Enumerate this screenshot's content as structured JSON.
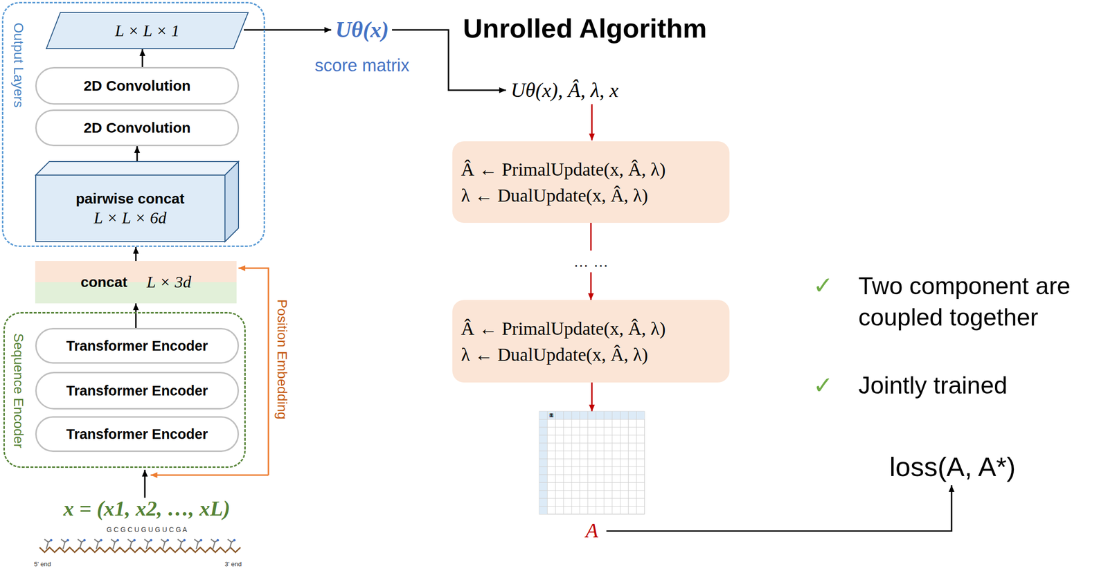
{
  "diagram": {
    "title": "Unrolled Algorithm",
    "nodes": [
      {
        "text": [
          "Output Layers"
        ]
      },
      {
        "text": [
          "L × L × 1"
        ],
        "in": 0
      },
      {
        "text": [
          "2D Convolution"
        ],
        "in": 0
      },
      {
        "text": [
          "2D Convolution"
        ],
        "in": 0
      },
      {
        "text": [
          "pairwise concat",
          "L × L × 6d"
        ],
        "in": 0
      },
      {
        "text": [
          "concat",
          "L × 3d"
        ]
      },
      {
        "text": [
          "Sequence Encoder"
        ]
      },
      {
        "text": [
          "Transformer Encoder"
        ],
        "in": 6
      },
      {
        "text": [
          "Transformer Encoder"
        ],
        "in": 6
      },
      {
        "text": [
          "Transformer Encoder"
        ],
        "in": 6
      },
      {
        "text": [
          "Â ← PrimalUpdate(x, Â, λ)",
          "λ ← DualUpdate(x, Â, λ)"
        ]
      },
      {
        "text": [
          "Â ← PrimalUpdate(x, Â, λ)",
          "λ ← DualUpdate(x, Â, λ)"
        ]
      },
      {
        "text": [
          "A"
        ]
      }
    ],
    "edges": [
      {
        "from": 2,
        "to": 1,
        "arrow": "to"
      },
      {
        "from": 4,
        "to": 3,
        "arrow": "to"
      },
      {
        "from": 5,
        "to": 0,
        "arrow": "to"
      },
      {
        "from": 7,
        "to": 5,
        "arrow": "to"
      },
      {
        "from": 10,
        "to": 11,
        "arrow": "to",
        "label": "… …"
      },
      {
        "from": 11,
        "to": 12,
        "arrow": "to"
      }
    ],
    "labels": [
      "Uθ(x)",
      "score matrix",
      "Uθ(x), Â, λ, x",
      "Position Embedding",
      "x = (x1, x2, …, xL)",
      "G C G C U G U G U C G A",
      "5' end",
      "3' end",
      "loss(A, A*)",
      "✓",
      "Two component are coupled together",
      "✓",
      "Jointly trained",
      "G",
      "G",
      "G",
      "A",
      "A",
      "A",
      "C",
      "U",
      "U",
      "C",
      "C",
      "G",
      "G",
      "G",
      "G",
      "A",
      "A",
      "A",
      "C",
      "U",
      "U",
      "C",
      "C",
      "G",
      "1",
      "1",
      "1",
      "1",
      "1",
      "1"
    ]
  }
}
